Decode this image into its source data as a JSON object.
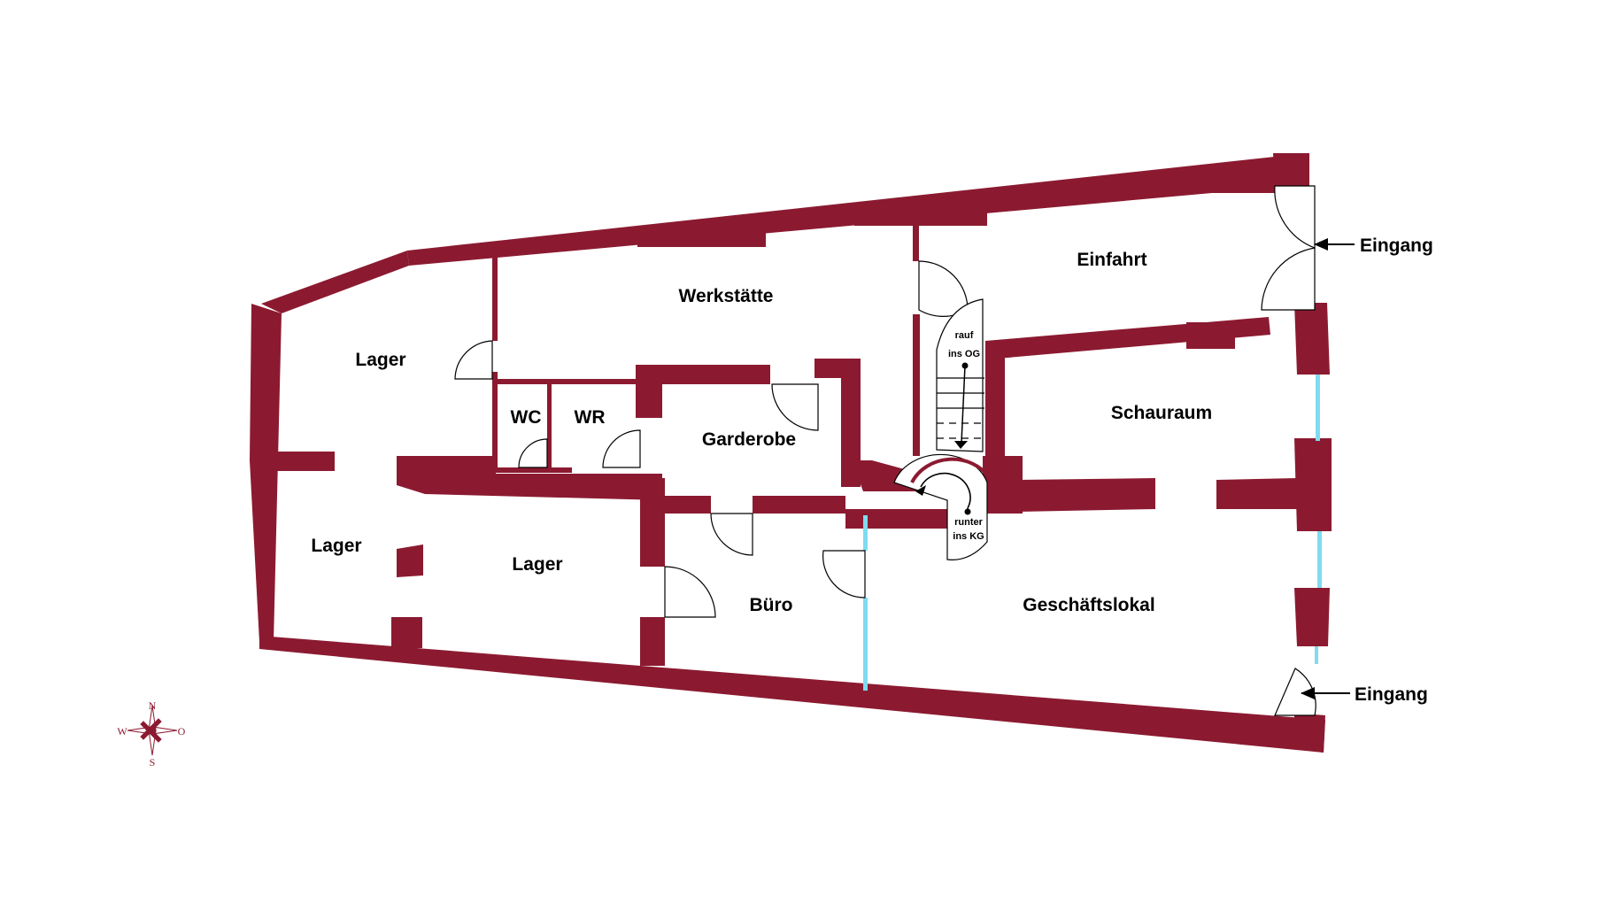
{
  "colors": {
    "wall": "#8b1a30",
    "window": "#7fdcf0",
    "background": "#ffffff",
    "text": "#000000"
  },
  "rooms": {
    "lager_north": "Lager",
    "werkstaette": "Werkstätte",
    "einfahrt": "Einfahrt",
    "wc": "WC",
    "wr": "WR",
    "garderobe": "Garderobe",
    "schauraum": "Schauraum",
    "lager_west": "Lager",
    "lager_south": "Lager",
    "buero": "Büro",
    "geschaeftslokal": "Geschäftslokal"
  },
  "stairs": {
    "up_line1": "rauf",
    "up_line2": "ins OG",
    "down_line1": "runter",
    "down_line2": "ins KG"
  },
  "entrances": {
    "north": "Eingang",
    "south": "Eingang"
  },
  "compass": {
    "n": "N",
    "s": "S",
    "w": "W",
    "e": "O"
  }
}
